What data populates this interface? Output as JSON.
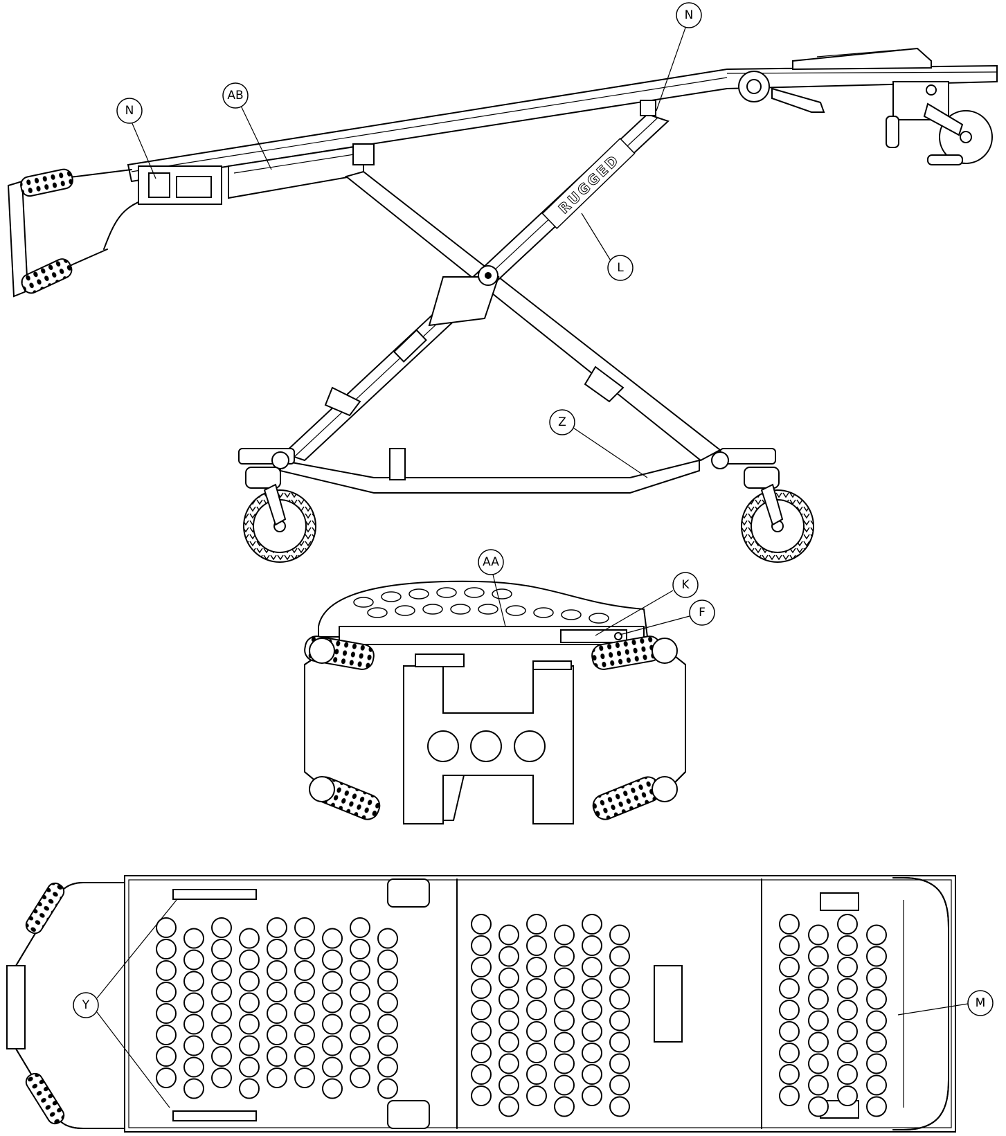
{
  "brand_label": "RUGGED",
  "views": [
    {
      "name": "side-view"
    },
    {
      "name": "end-view"
    },
    {
      "name": "top-view"
    }
  ],
  "callouts": {
    "n_left": "N",
    "n_right": "N",
    "ab": "AB",
    "l": "L",
    "z": "Z",
    "aa": "AA",
    "k": "K",
    "f": "F",
    "m": "M",
    "y": "Y"
  }
}
